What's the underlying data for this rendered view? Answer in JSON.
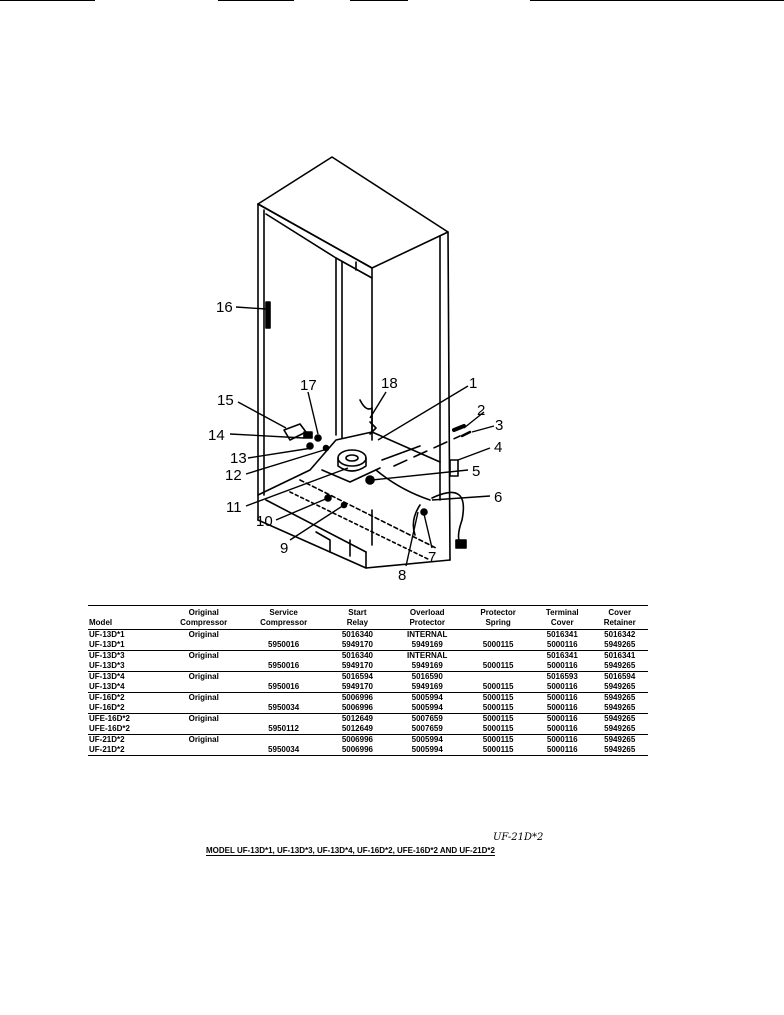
{
  "callouts": [
    {
      "id": "1",
      "label": "1"
    },
    {
      "id": "2",
      "label": "2"
    },
    {
      "id": "3",
      "label": "3"
    },
    {
      "id": "4",
      "label": "4"
    },
    {
      "id": "5",
      "label": "5"
    },
    {
      "id": "6",
      "label": "6"
    },
    {
      "id": "7",
      "label": "7"
    },
    {
      "id": "8",
      "label": "8"
    },
    {
      "id": "9",
      "label": "9"
    },
    {
      "id": "10",
      "label": "10"
    },
    {
      "id": "11",
      "label": "11"
    },
    {
      "id": "12",
      "label": "12"
    },
    {
      "id": "13",
      "label": "13"
    },
    {
      "id": "14",
      "label": "14"
    },
    {
      "id": "15",
      "label": "15"
    },
    {
      "id": "16",
      "label": "16"
    },
    {
      "id": "17",
      "label": "17"
    },
    {
      "id": "18",
      "label": "18"
    }
  ],
  "table": {
    "headers": [
      "Model",
      "Original\nCompressor",
      "Service\nCompressor",
      "Start\nRelay",
      "Overload\nProtector",
      "Protector\nSpring",
      "Terminal\nCover",
      "Cover\nRetainer"
    ],
    "groups": [
      {
        "rows": [
          [
            "UF-13D*1",
            "Original",
            "",
            "5016340",
            "INTERNAL",
            "",
            "5016341",
            "5016342"
          ],
          [
            "UF-13D*1",
            "",
            "5950016",
            "5949170",
            "5949169",
            "5000115",
            "5000116",
            "5949265"
          ]
        ]
      },
      {
        "rows": [
          [
            "UF-13D*3",
            "Original",
            "",
            "5016340",
            "INTERNAL",
            "",
            "5016341",
            "5016341"
          ],
          [
            "UF-13D*3",
            "",
            "5950016",
            "5949170",
            "5949169",
            "5000115",
            "5000116",
            "5949265"
          ]
        ]
      },
      {
        "rows": [
          [
            "UF-13D*4",
            "Original",
            "",
            "5016594",
            "5016590",
            "",
            "5016593",
            "5016594"
          ],
          [
            "UF-13D*4",
            "",
            "5950016",
            "5949170",
            "5949169",
            "5000115",
            "5000116",
            "5949265"
          ]
        ]
      },
      {
        "rows": [
          [
            "UF-16D*2",
            "Original",
            "",
            "5006996",
            "5005994",
            "5000115",
            "5000116",
            "5949265"
          ],
          [
            "UF-16D*2",
            "",
            "5950034",
            "5006996",
            "5005994",
            "5000115",
            "5000116",
            "5949265"
          ]
        ]
      },
      {
        "rows": [
          [
            "UFE-16D*2",
            "Original",
            "",
            "5012649",
            "5007659",
            "5000115",
            "5000116",
            "5949265"
          ],
          [
            "UFE-16D*2",
            "",
            "5950112",
            "5012649",
            "5007659",
            "5000115",
            "5000116",
            "5949265"
          ]
        ]
      },
      {
        "rows": [
          [
            "UF-21D*2",
            "Original",
            "",
            "5006996",
            "5005994",
            "5000115",
            "5000116",
            "5949265"
          ],
          [
            "UF-21D*2",
            "",
            "5950034",
            "5006996",
            "5005994",
            "5000115",
            "5000116",
            "5949265"
          ]
        ]
      }
    ]
  },
  "footer": {
    "model_line": "MODEL UF-13D*1, UF-13D*3, UF-13D*4, UF-16D*2, UFE-16D*2 AND UF-21D*2",
    "handwritten": "UF-21D*2"
  }
}
